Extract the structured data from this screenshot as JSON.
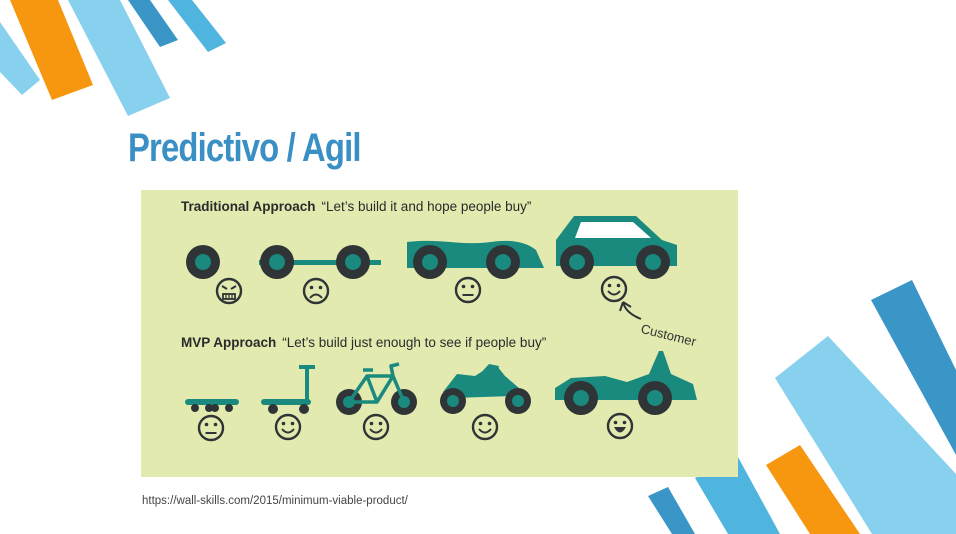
{
  "slide": {
    "title": "Predictivo / Agil",
    "source_url": "https://wall-skills.com/2015/minimum-viable-product/"
  },
  "diagram": {
    "traditional": {
      "heading": "Traditional Approach",
      "quote": "“Let’s build it and hope people buy”",
      "stages": [
        {
          "item": "wheel",
          "mood": "angry"
        },
        {
          "item": "axle-with-wheels",
          "mood": "sad"
        },
        {
          "item": "car-body-no-roof",
          "mood": "neutral"
        },
        {
          "item": "car",
          "mood": "happy"
        }
      ],
      "customer_label": "Customer"
    },
    "mvp": {
      "heading": "MVP Approach",
      "quote": "“Let’s build just enough to see if people buy”",
      "stages": [
        {
          "item": "skateboard",
          "mood": "neutral"
        },
        {
          "item": "scooter",
          "mood": "happy"
        },
        {
          "item": "bicycle",
          "mood": "happy"
        },
        {
          "item": "motorcycle",
          "mood": "happy"
        },
        {
          "item": "convertible-car",
          "mood": "delighted"
        }
      ]
    }
  },
  "colors": {
    "title": "#3a8fc4",
    "panel_bg": "#e2eab0",
    "vehicle_teal": "#1a8a7e",
    "tire": "#2f3436",
    "stripe_light_blue": "#87d0ee",
    "stripe_mid_blue": "#4fb5df",
    "stripe_dark_blue": "#3a96c7",
    "stripe_orange": "#f7960f"
  }
}
